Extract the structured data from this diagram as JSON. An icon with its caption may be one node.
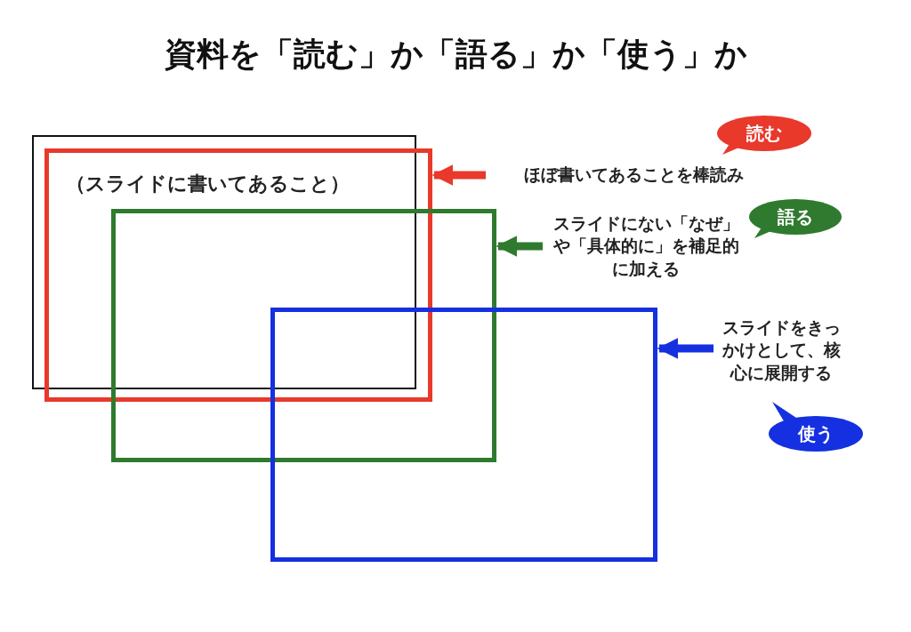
{
  "diagram": {
    "title": "資料を「読む」か「語る」か「使う」か",
    "nodes": [
      {
        "text": [
          "（スライドに書いてあること）"
        ]
      },
      {
        "text": [],
        "shape": "box"
      },
      {
        "text": [],
        "shape": "box"
      },
      {
        "text": [],
        "shape": "box"
      },
      {
        "text": [
          "読む"
        ]
      },
      {
        "text": [
          "ほぼ書いてあることを棒読み"
        ]
      },
      {
        "text": [
          "語る"
        ]
      },
      {
        "text": [
          "スライドにない「なぜ」や「具体的に」を補足的に加える"
        ]
      },
      {
        "text": [
          "使う"
        ]
      },
      {
        "text": [
          "スライドをきっかけとして、核心に展開する"
        ]
      }
    ],
    "edges": [
      {
        "from": 5,
        "to": 1,
        "arrow": "to",
        "color": "#e8392b"
      },
      {
        "from": 7,
        "to": 2,
        "arrow": "to",
        "color": "#2f7a2f"
      },
      {
        "from": 9,
        "to": 3,
        "arrow": "to",
        "color": "#1530e0"
      }
    ]
  }
}
